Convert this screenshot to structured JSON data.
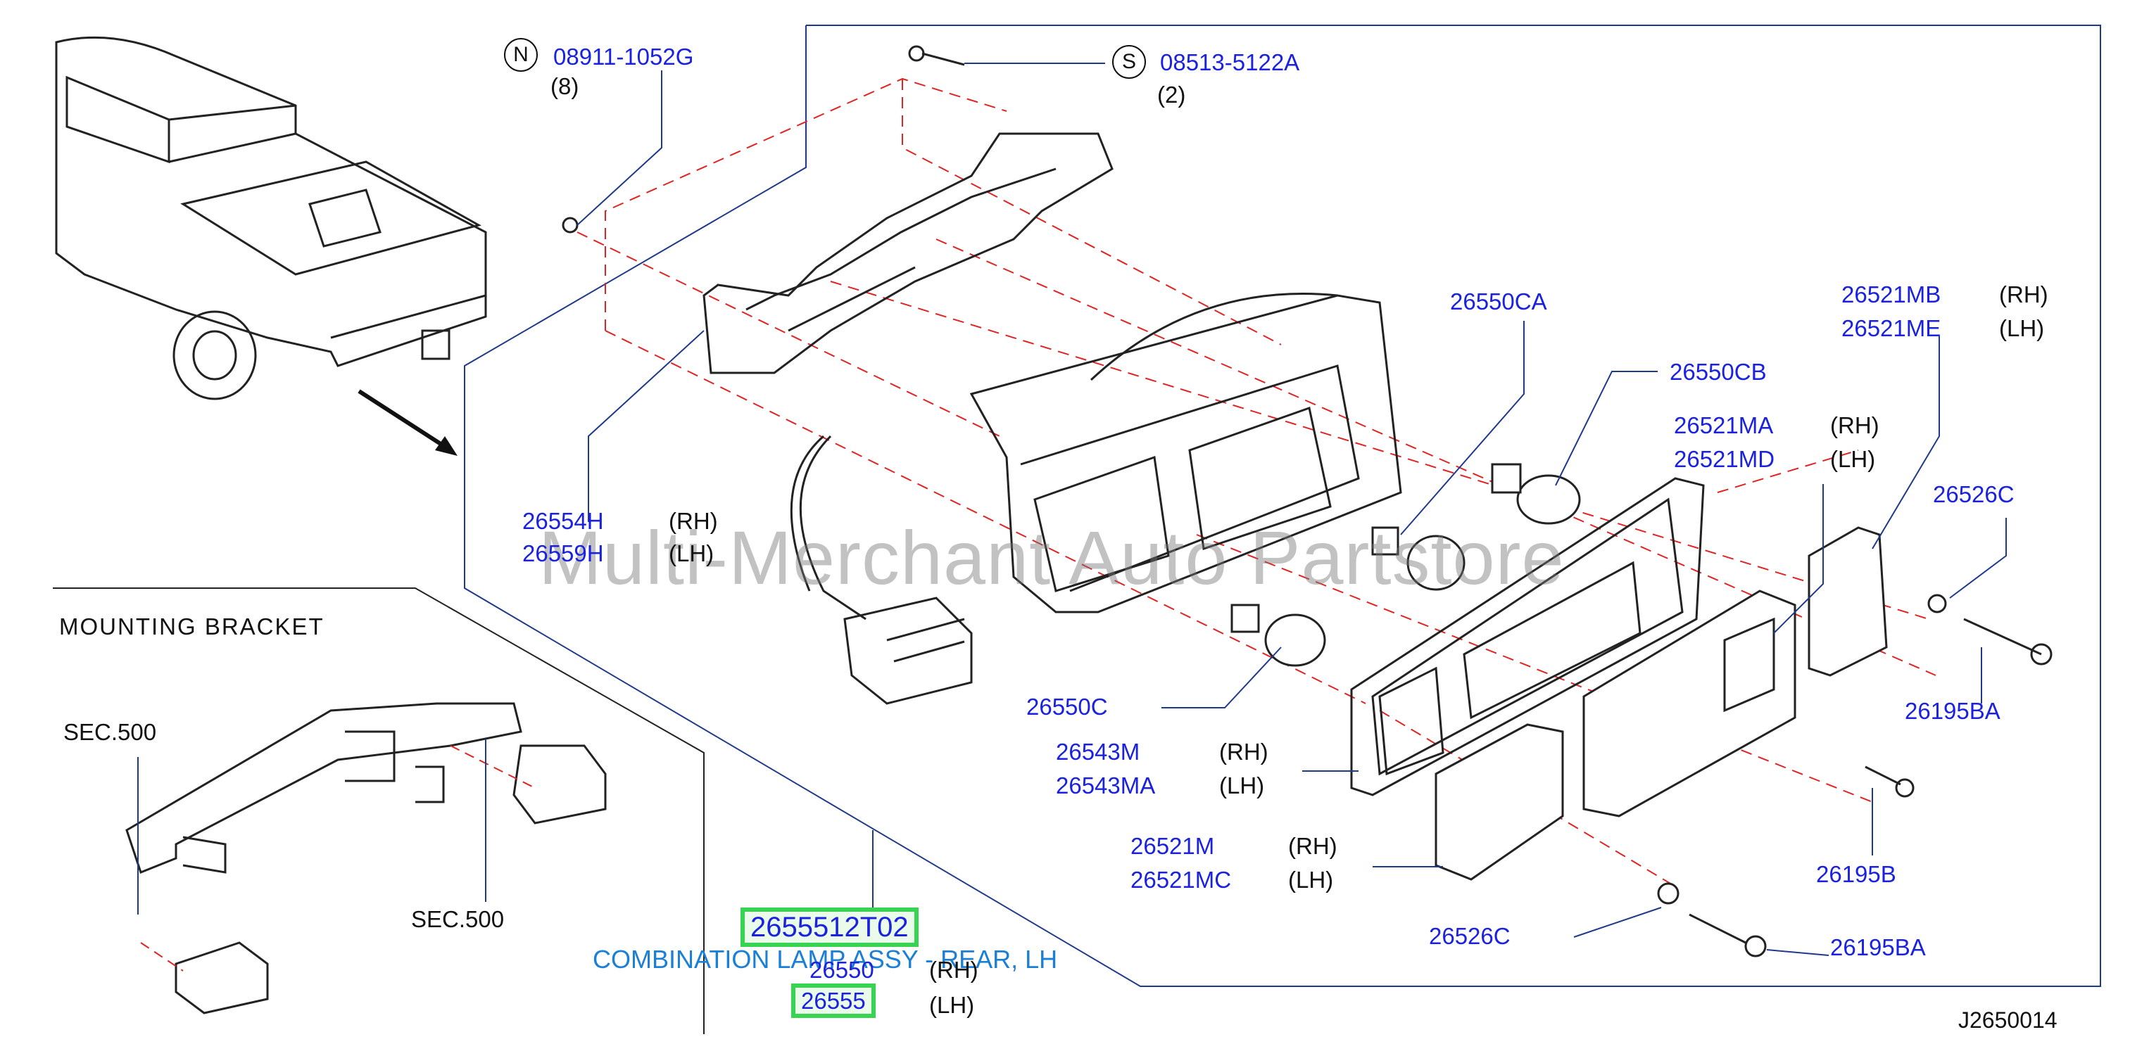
{
  "watermark": "Multi-Merchant Auto Partstore",
  "heading": "MOUNTING   BRACKET",
  "diagram_code": "J2650014",
  "assembly": {
    "description": "COMBINATION LAMP ASSY - REAR, LH",
    "highlight_number": "2655512T02",
    "rh_number": "26550",
    "rh_side": "(RH)",
    "lh_number": "26555",
    "lh_side": "(LH)"
  },
  "fasteners": {
    "nut": {
      "badge": "N",
      "number": "08911-1052G",
      "qty": "(8)"
    },
    "screw": {
      "badge": "S",
      "number": "08513-5122A",
      "qty": "(2)"
    }
  },
  "sections": [
    "SEC.500",
    "SEC.500"
  ],
  "parts": {
    "p26554H": "26554H",
    "p26559H": "26559H",
    "p26550CA": "26550CA",
    "p26550CB": "26550CB",
    "p26550C": "26550C",
    "p26521MB": "26521MB",
    "p26521ME": "26521ME",
    "p26521MA": "26521MA",
    "p26521MD": "26521MD",
    "p26526C_top": "26526C",
    "p26526C_bottom": "26526C",
    "p26195BA_top": "26195BA",
    "p26195BA_bottom": "26195BA",
    "p26195B": "26195B",
    "p26543M": "26543M",
    "p26543MA": "26543MA",
    "p26521M": "26521M",
    "p26521MC": "26521MC"
  },
  "sides": {
    "rh": "(RH)",
    "lh": "(LH)"
  }
}
